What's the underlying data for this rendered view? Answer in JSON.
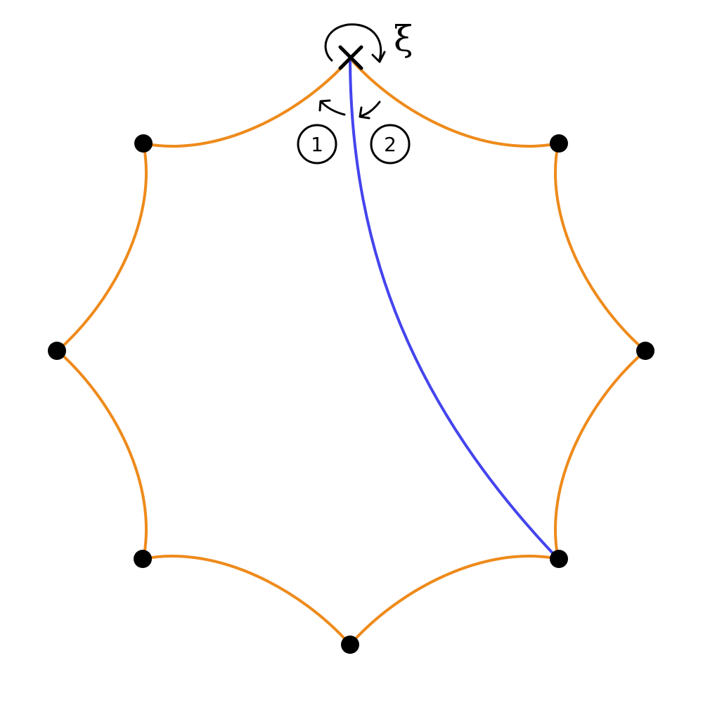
{
  "colors": {
    "edge": "#ee8a1a",
    "geodesic": "#4444ee",
    "vertex": "#000000",
    "ink": "#000000"
  },
  "labels": {
    "xi": "ξ",
    "circle_1": "1",
    "circle_2": "2"
  },
  "markers": {
    "puncture": "cross",
    "vertices": "filled-dot",
    "rotation_arrow": "clockwise-loop"
  }
}
